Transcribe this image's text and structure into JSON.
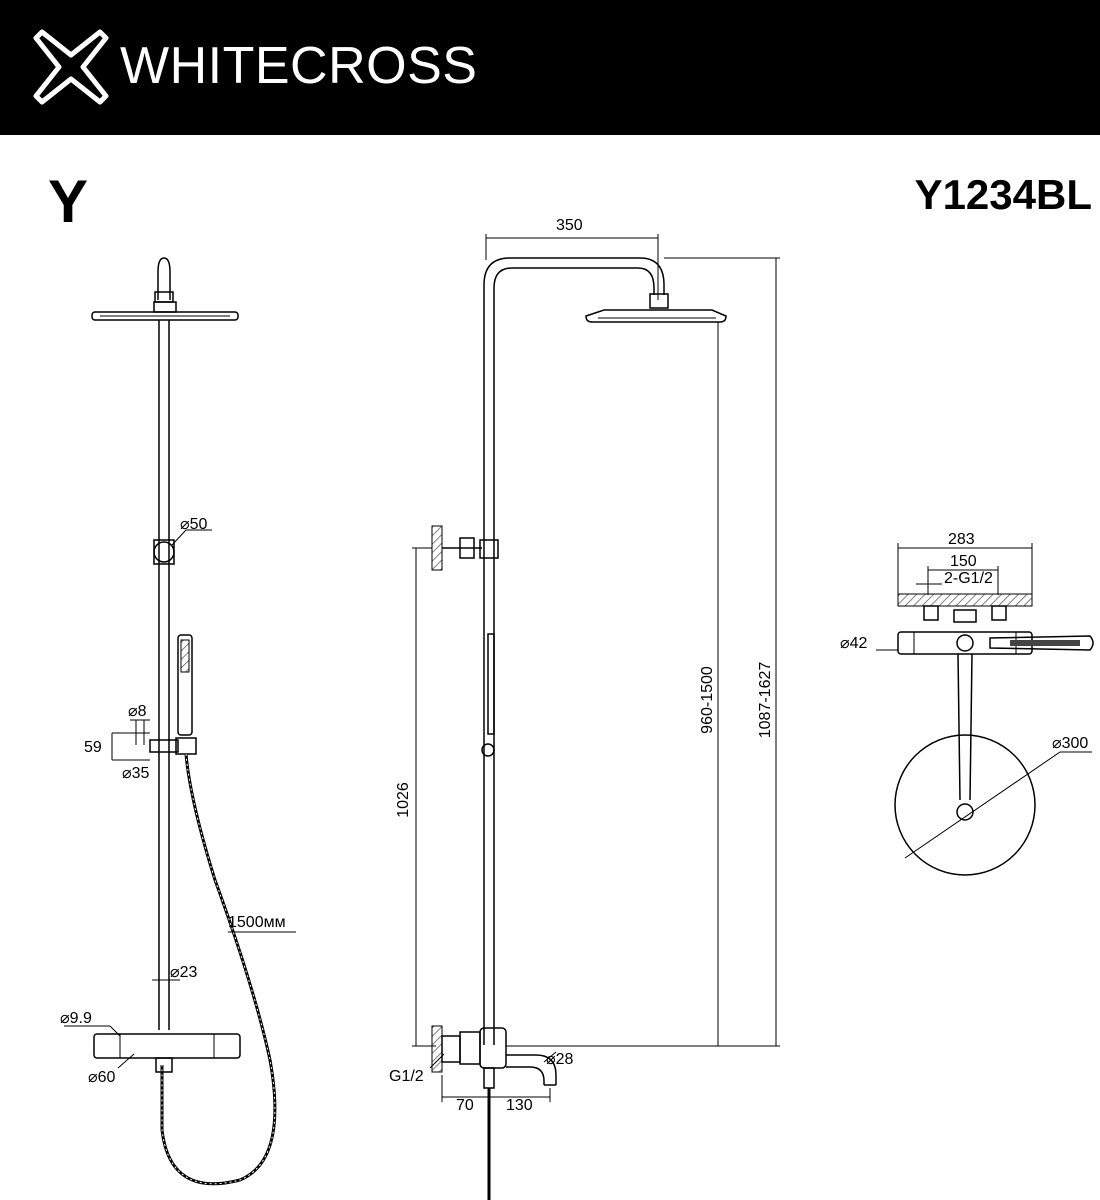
{
  "brand": {
    "name": "WHITECROSS",
    "logo_icon": "cross-x-logo-icon"
  },
  "series": "Y",
  "model": "Y1234BL",
  "colors": {
    "header_bg": "#000000",
    "ink": "#000000",
    "paper": "#ffffff",
    "hatch": "#b0b0b0"
  },
  "front_view": {
    "d_slider": "⌀50",
    "d_hand_shower": "⌀8",
    "h_holder": "59",
    "d_holder": "⌀35",
    "hose_length": "1500мм",
    "d_pipe": "⌀23",
    "d_outlet": "⌀9.9",
    "d_body": "⌀60"
  },
  "side_view": {
    "arm_length": "350",
    "bracket_height": "1026",
    "adjust_range": "960-1500",
    "total_height": "1087-1627",
    "thread": "G1/2",
    "d_spout": "⌀28",
    "offset_wall": "70",
    "spout_length": "130"
  },
  "top_view": {
    "width_total": "283",
    "connection_distance": "150",
    "connections": "2-G1/2",
    "d_handle": "⌀42",
    "d_head": "⌀300"
  }
}
